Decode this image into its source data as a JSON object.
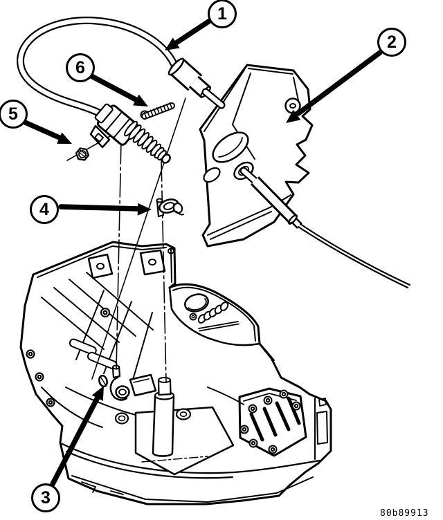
{
  "figure": {
    "code": "80b89913",
    "colors": {
      "line": "#000000",
      "background": "#ffffff"
    }
  },
  "callouts": [
    {
      "number": "1"
    },
    {
      "number": "2"
    },
    {
      "number": "3"
    },
    {
      "number": "4"
    },
    {
      "number": "5"
    },
    {
      "number": "6"
    }
  ]
}
